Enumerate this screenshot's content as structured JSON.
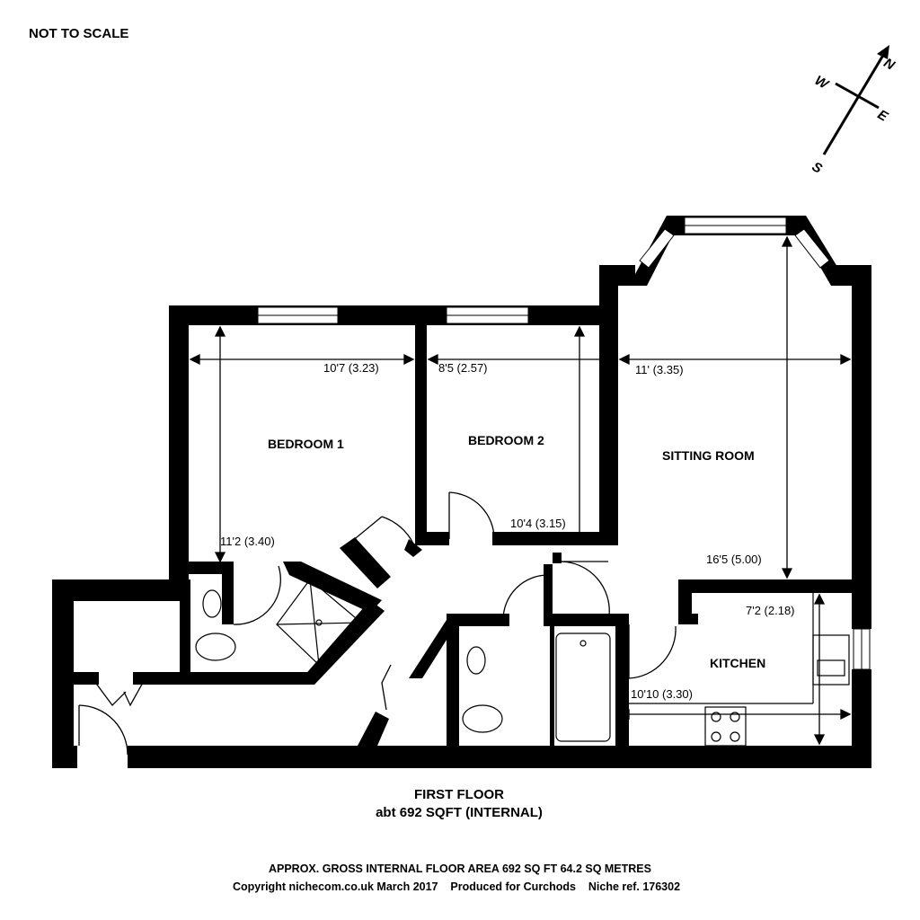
{
  "header": {
    "not_to_scale": "NOT TO SCALE"
  },
  "compass": {
    "n": "N",
    "e": "E",
    "s": "S",
    "w": "W"
  },
  "rooms": {
    "bedroom1": "BEDROOM 1",
    "bedroom2": "BEDROOM 2",
    "sitting_room": "SITTING ROOM",
    "kitchen": "KITCHEN"
  },
  "dimensions": {
    "bedroom1_width": "10'7 (3.23)",
    "bedroom1_length": "11'2 (3.40)",
    "bedroom2_width": "8'5 (2.57)",
    "bedroom2_length": "10'4 (3.15)",
    "sitting_width": "11' (3.35)",
    "sitting_length": "16'5 (5.00)",
    "kitchen_length": "7'2 (2.18)",
    "kitchen_width": "10'10 (3.30)"
  },
  "floor": {
    "title": "FIRST FLOOR",
    "area": "abt 692 SQFT (INTERNAL)"
  },
  "footer": {
    "line1": "APPROX. GROSS INTERNAL FLOOR AREA 692 SQ FT 64.2 SQ METRES",
    "line2": "Copyright nichecom.co.uk March 2017    Produced for Curchods    Niche ref. 176302"
  }
}
